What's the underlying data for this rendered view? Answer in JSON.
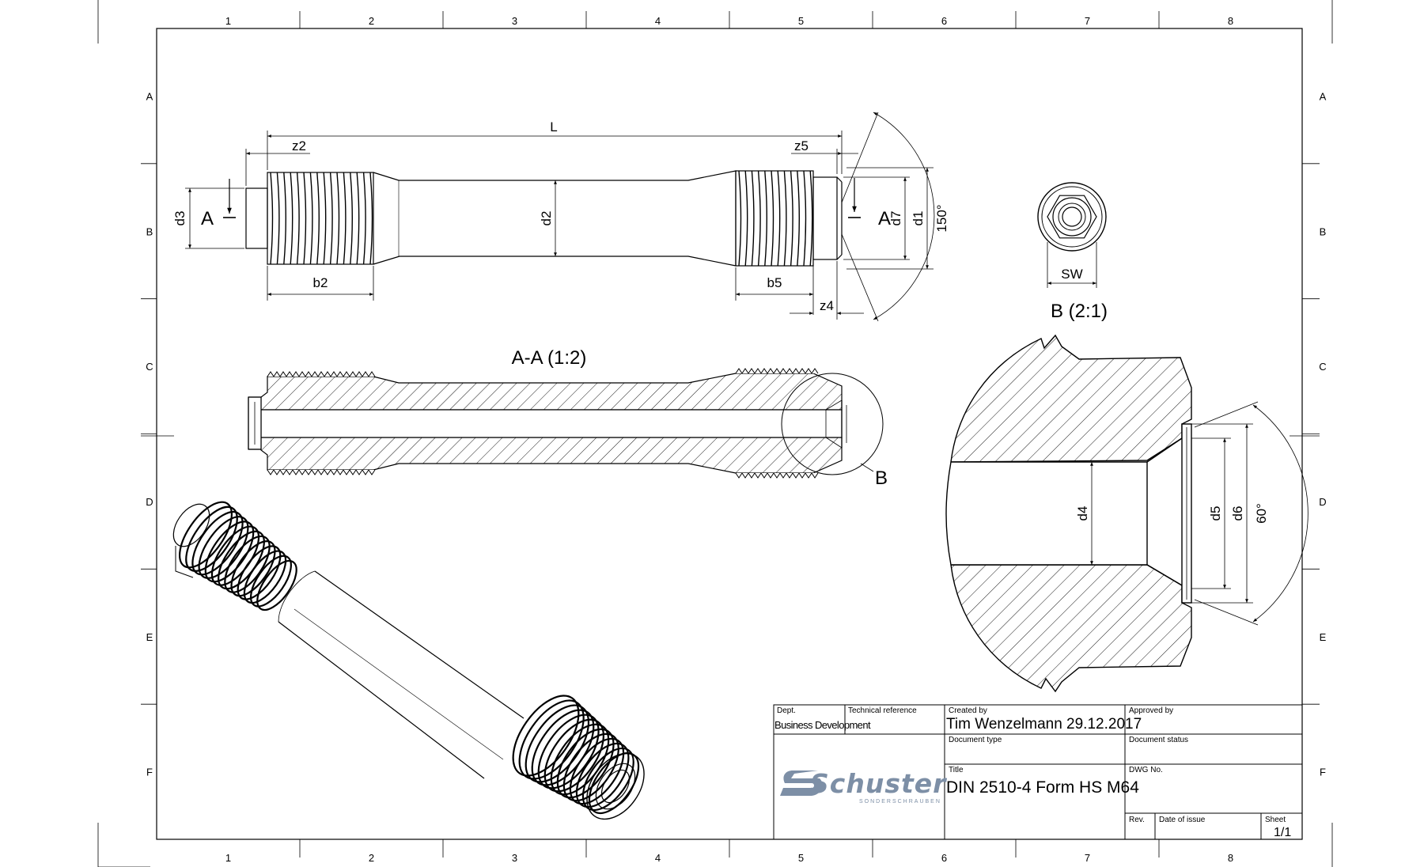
{
  "grid": {
    "columns": [
      "1",
      "2",
      "3",
      "4",
      "5",
      "6",
      "7",
      "8"
    ],
    "rows": [
      "A",
      "B",
      "C",
      "D",
      "E",
      "F"
    ]
  },
  "dimensions": {
    "L": "L",
    "z2": "z2",
    "z5": "z5",
    "z4": "z4",
    "b2": "b2",
    "b5": "b5",
    "d1": "d1",
    "d2": "d2",
    "d3": "d3",
    "d4": "d4",
    "d5": "d5",
    "d6": "d6",
    "d7": "d7",
    "angle150": "150°",
    "angle60": "60°",
    "sw": "SW"
  },
  "markers": {
    "section_a": "A",
    "detail_b": "B"
  },
  "views": {
    "section_title": "A-A (1:2)",
    "detail_title": "B (2:1)"
  },
  "title_block": {
    "dept_label": "Dept.",
    "dept_value": "Business Development",
    "tech_ref_label": "Technical reference",
    "created_by_label": "Created by",
    "created_by_value": "Tim Wenzelmann  29.12.2017",
    "approved_by_label": "Approved by",
    "doc_type_label": "Document type",
    "doc_status_label": "Document status",
    "title_label": "Title",
    "title_value": "DIN 2510-4 Form HS  M64",
    "dwg_label": "DWG No.",
    "rev_label": "Rev.",
    "date_label": "Date of issue",
    "sheet_label": "Sheet",
    "sheet_value": "1/1"
  },
  "logo": {
    "name": "Schuster",
    "sub": "SONDERSCHRAUBEN",
    "color": "#7d8fa6"
  }
}
